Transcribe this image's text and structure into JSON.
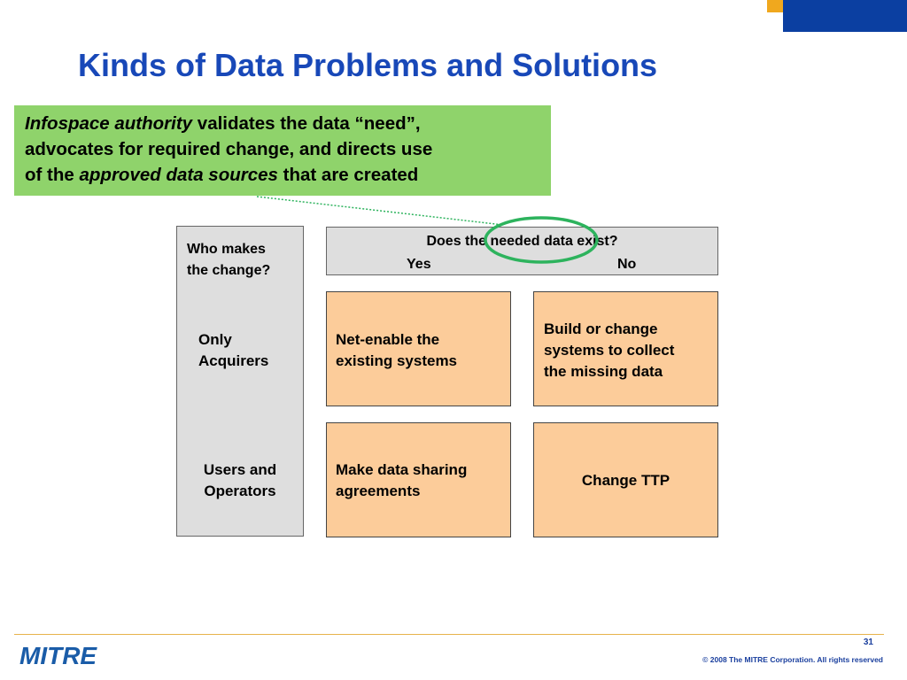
{
  "slide": {
    "title": "Kinds of Data Problems and Solutions",
    "callout": {
      "line1_italic": "Infospace authority",
      "line1_rest": " validates the data “need”,",
      "line2": "advocates for required change, and directs use",
      "line3_start": "of the ",
      "line3_italic": "approved data sources",
      "line3_rest": " that are created"
    },
    "matrix": {
      "row_header": {
        "question_line1": "Who makes",
        "question_line2": "the change?",
        "row1_line1": "Only",
        "row1_line2": "Acquirers",
        "row2_line1": "Users and",
        "row2_line2": "Operators"
      },
      "column_header": {
        "question": "Does the needed data exist?",
        "yes": "Yes",
        "no": "No"
      },
      "cells": {
        "r1c1_line1": "Net-enable the",
        "r1c1_line2": "existing systems",
        "r1c2_line1": "Build or change",
        "r1c2_line2": "systems to collect",
        "r1c2_line3": "the missing data",
        "r2c1_line1": "Make data sharing",
        "r2c1_line2": "agreements",
        "r2c2": "Change TTP"
      }
    },
    "highlight_color": "#2db35d"
  },
  "footer": {
    "logo_text": "MITRE",
    "page_number": "31",
    "copyright": "© 2008 The MITRE Corporation. All rights reserved"
  },
  "colors": {
    "title": "#1848b8",
    "callout_bg": "#8fd36b",
    "cell_bg": "#fccc9a",
    "header_bg": "#dedede",
    "accent_blue": "#0b3fa1",
    "accent_orange": "#f0a81e"
  }
}
